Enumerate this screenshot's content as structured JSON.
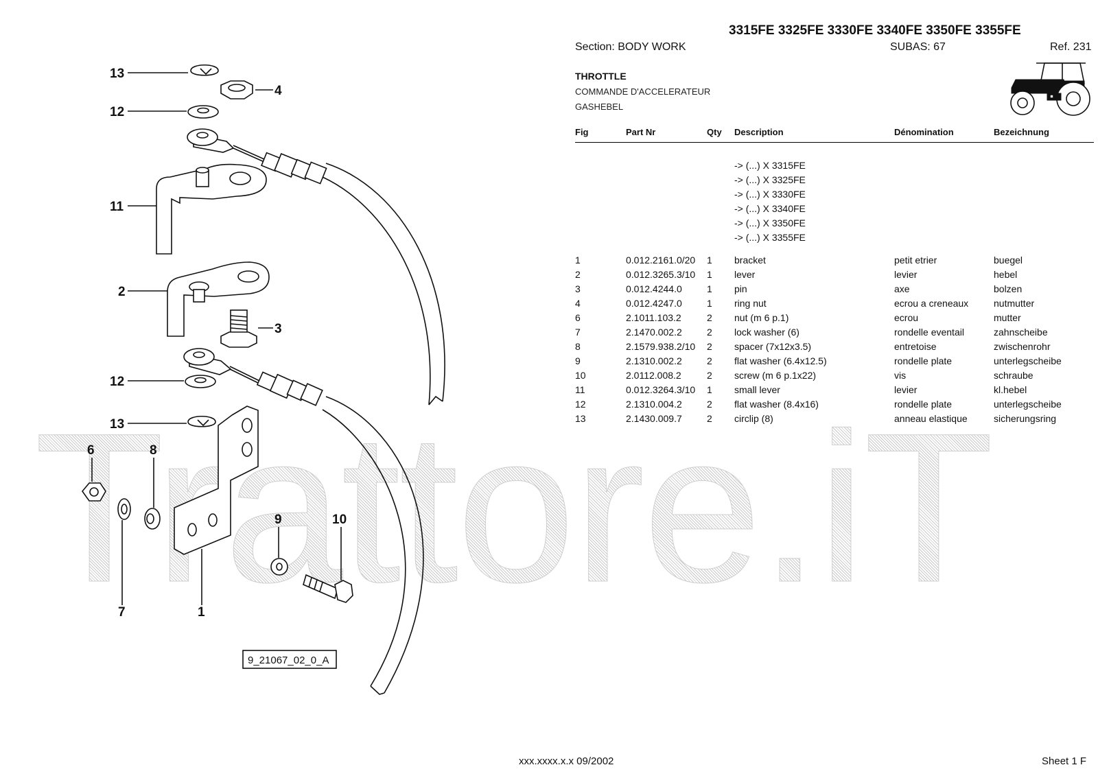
{
  "header": {
    "models": "3315FE 3325FE 3330FE 3340FE 3350FE 3355FE",
    "section": "Section: BODY  WORK",
    "subas": "SUBAS: 67",
    "ref": "Ref. 231"
  },
  "title": {
    "main": "THROTTLE",
    "fr": "COMMANDE D'ACCELERATEUR",
    "de": "GASHEBEL"
  },
  "columns": {
    "fig": "Fig",
    "part": "Part Nr",
    "qty": "Qty",
    "desc": "Description",
    "den": "Dénomination",
    "bez": "Bezeichnung"
  },
  "variants": [
    "-> (...) X  3315FE",
    "-> (...) X  3325FE",
    "-> (...) X  3330FE",
    "-> (...) X  3340FE",
    "-> (...) X  3350FE",
    "-> (...) X  3355FE"
  ],
  "rows": [
    {
      "fig": "1",
      "part": "0.012.2161.0/20",
      "qty": "1",
      "desc": "bracket",
      "den": "petit etrier",
      "bez": "buegel"
    },
    {
      "fig": "2",
      "part": "0.012.3265.3/10",
      "qty": "1",
      "desc": "lever",
      "den": "levier",
      "bez": "hebel"
    },
    {
      "fig": "3",
      "part": "0.012.4244.0",
      "qty": "1",
      "desc": "pin",
      "den": "axe",
      "bez": "bolzen"
    },
    {
      "fig": "4",
      "part": "0.012.4247.0",
      "qty": "1",
      "desc": "ring nut",
      "den": "ecrou a creneaux",
      "bez": "nutmutter"
    },
    {
      "fig": "6",
      "part": "2.1011.103.2",
      "qty": "2",
      "desc": "nut (m 6 p.1)",
      "den": "ecrou",
      "bez": "mutter"
    },
    {
      "fig": "7",
      "part": "2.1470.002.2",
      "qty": "2",
      "desc": "lock washer (6)",
      "den": "rondelle eventail",
      "bez": "zahnscheibe"
    },
    {
      "fig": "8",
      "part": "2.1579.938.2/10",
      "qty": "2",
      "desc": "spacer (7x12x3.5)",
      "den": "entretoise",
      "bez": "zwischenrohr"
    },
    {
      "fig": "9",
      "part": "2.1310.002.2",
      "qty": "2",
      "desc": "flat washer (6.4x12.5)",
      "den": "rondelle plate",
      "bez": "unterlegscheibe"
    },
    {
      "fig": "10",
      "part": "2.0112.008.2",
      "qty": "2",
      "desc": "screw (m 6 p.1x22)",
      "den": "vis",
      "bez": "schraube"
    },
    {
      "fig": "11",
      "part": "0.012.3264.3/10",
      "qty": "1",
      "desc": "small lever",
      "den": "levier",
      "bez": "kl.hebel"
    },
    {
      "fig": "12",
      "part": "2.1310.004.2",
      "qty": "2",
      "desc": "flat washer (8.4x16)",
      "den": "rondelle plate",
      "bez": "unterlegscheibe"
    },
    {
      "fig": "13",
      "part": "2.1430.009.7",
      "qty": "2",
      "desc": "circlip (8)",
      "den": "anneau elastique",
      "bez": "sicherungsring"
    }
  ],
  "diagram": {
    "labels": [
      "13",
      "4",
      "12",
      "11",
      "2",
      "3",
      "12",
      "13",
      "6",
      "8",
      "9",
      "10",
      "7",
      "1"
    ],
    "drawing_id": "9_21067_02_0_A"
  },
  "watermark": "Trattore.iT",
  "footer": {
    "code": "xxx.xxxx.x.x  09/2002",
    "sheet": "Sheet 1 F"
  }
}
